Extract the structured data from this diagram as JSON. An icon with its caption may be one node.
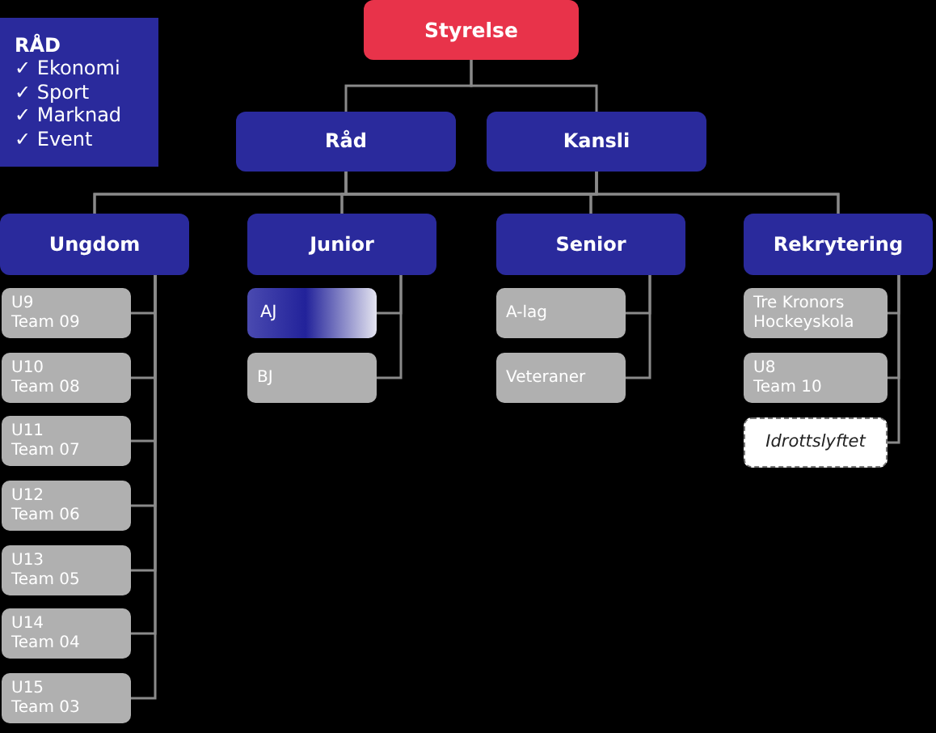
{
  "diagram": {
    "nodes": [
      {
        "text": [
          "RÅD",
          "✓ Ekonomi",
          "✓ Sport",
          "✓ Marknad",
          "✓ Event"
        ]
      },
      {
        "text": [
          "Styrelse"
        ]
      },
      {
        "text": [
          "Råd"
        ]
      },
      {
        "text": [
          "Kansli"
        ]
      },
      {
        "text": [
          "Ungdom"
        ]
      },
      {
        "text": [
          "Junior"
        ]
      },
      {
        "text": [
          "Senior"
        ]
      },
      {
        "text": [
          "Rekrytering"
        ]
      },
      {
        "text": [
          "U9",
          "Team 09"
        ]
      },
      {
        "text": [
          "U10",
          "Team 08"
        ]
      },
      {
        "text": [
          "U11",
          "Team 07"
        ]
      },
      {
        "text": [
          "U12",
          "Team 06"
        ]
      },
      {
        "text": [
          "U13",
          "Team 05"
        ]
      },
      {
        "text": [
          "U14",
          "Team 04"
        ]
      },
      {
        "text": [
          "U15",
          "Team 03"
        ]
      },
      {
        "text": [
          "AJ"
        ]
      },
      {
        "text": [
          "BJ"
        ]
      },
      {
        "text": [
          "A-lag"
        ]
      },
      {
        "text": [
          "Veteraner"
        ]
      },
      {
        "text": [
          "Tre Kronors Hockeyskola"
        ]
      },
      {
        "text": [
          "U8",
          "Team 10"
        ]
      },
      {
        "text": [
          "Idrottslyftet"
        ]
      }
    ],
    "edges": [
      {
        "from": 1,
        "to": 2,
        "arrow": "none"
      },
      {
        "from": 1,
        "to": 3,
        "arrow": "none"
      },
      {
        "from": 2,
        "to": 4,
        "arrow": "none"
      },
      {
        "from": 2,
        "to": 5,
        "arrow": "none"
      },
      {
        "from": 2,
        "to": 6,
        "arrow": "none"
      },
      {
        "from": 2,
        "to": 7,
        "arrow": "none"
      },
      {
        "from": 3,
        "to": 4,
        "arrow": "none"
      },
      {
        "from": 3,
        "to": 5,
        "arrow": "none"
      },
      {
        "from": 3,
        "to": 6,
        "arrow": "none"
      },
      {
        "from": 3,
        "to": 7,
        "arrow": "none"
      },
      {
        "from": 4,
        "to": 8,
        "arrow": "none"
      },
      {
        "from": 4,
        "to": 9,
        "arrow": "none"
      },
      {
        "from": 4,
        "to": 10,
        "arrow": "none"
      },
      {
        "from": 4,
        "to": 11,
        "arrow": "none"
      },
      {
        "from": 4,
        "to": 12,
        "arrow": "none"
      },
      {
        "from": 4,
        "to": 13,
        "arrow": "none"
      },
      {
        "from": 4,
        "to": 14,
        "arrow": "none"
      },
      {
        "from": 5,
        "to": 15,
        "arrow": "none"
      },
      {
        "from": 5,
        "to": 16,
        "arrow": "none"
      },
      {
        "from": 6,
        "to": 17,
        "arrow": "none"
      },
      {
        "from": 6,
        "to": 18,
        "arrow": "none"
      },
      {
        "from": 7,
        "to": 19,
        "arrow": "none"
      },
      {
        "from": 7,
        "to": 20,
        "arrow": "none"
      },
      {
        "from": 7,
        "to": 21,
        "arrow": "none"
      }
    ]
  }
}
